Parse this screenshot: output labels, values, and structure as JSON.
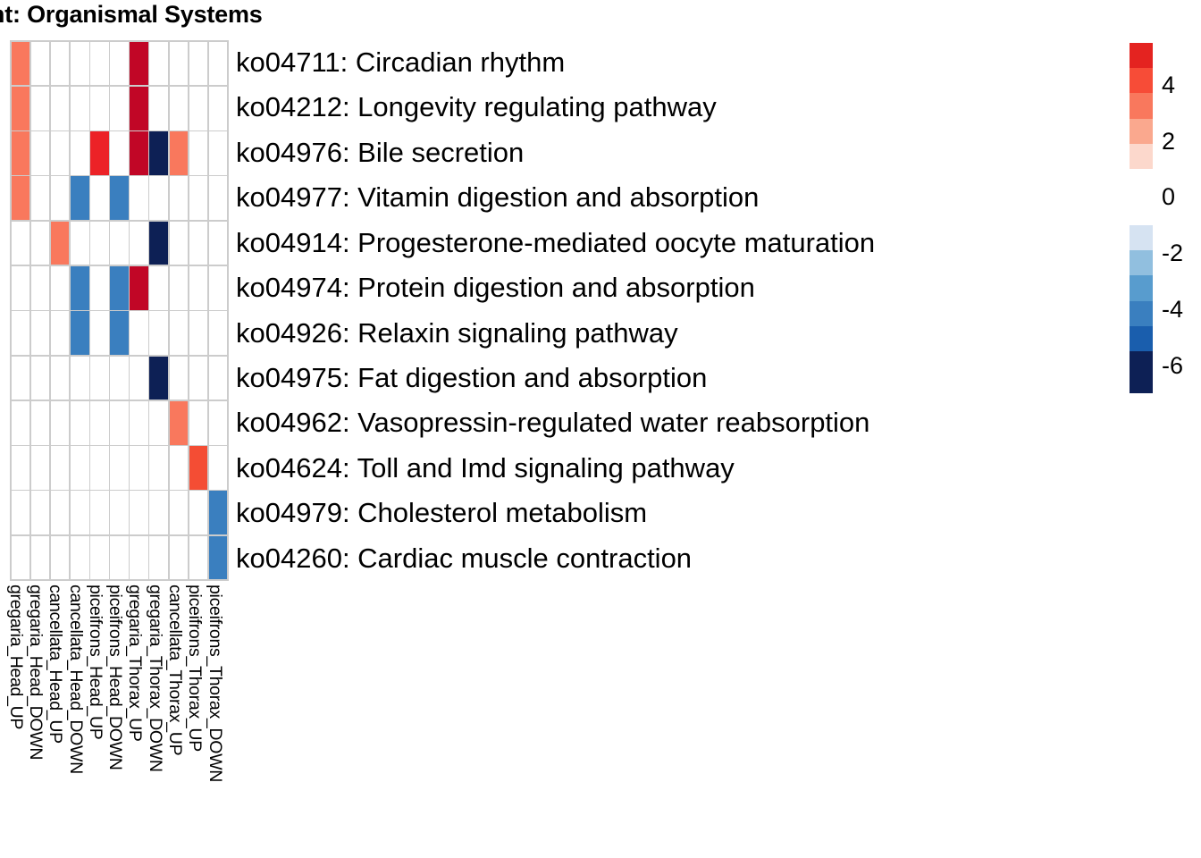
{
  "title": "hment: Organismal Systems",
  "chart_data": {
    "type": "heatmap",
    "title": "hment: Organismal Systems",
    "xlabel": "",
    "ylabel": "",
    "grid": true,
    "legend_position": "right",
    "colorbar": {
      "ticks": [
        "4",
        "2",
        "0",
        "-2",
        "-4",
        "-6"
      ],
      "tick_values": [
        4,
        2,
        0,
        -2,
        -4,
        -6
      ],
      "range": [
        -7,
        5.5
      ],
      "swatches": [
        {
          "color": "#e42320",
          "from": 4.6,
          "to": 5.5
        },
        {
          "color": "#f74c37",
          "from": 3.7,
          "to": 4.6
        },
        {
          "color": "#f9785d",
          "from": 2.8,
          "to": 3.7
        },
        {
          "color": "#faa88e",
          "from": 1.9,
          "to": 2.8
        },
        {
          "color": "#fcd8cc",
          "from": 1.0,
          "to": 1.9
        },
        {
          "color": "#ffffff",
          "from": -1.0,
          "to": 1.0
        },
        {
          "color": "#d6e3f2",
          "from": -1.9,
          "to": -1.0
        },
        {
          "color": "#91bfdf",
          "from": -2.8,
          "to": -1.9
        },
        {
          "color": "#589cce",
          "from": -3.7,
          "to": -2.8
        },
        {
          "color": "#3a7fbf",
          "from": -4.6,
          "to": -3.7
        },
        {
          "color": "#1a5ead",
          "from": -5.5,
          "to": -4.6
        },
        {
          "color": "#0d2055",
          "from": -7.0,
          "to": -5.5
        }
      ]
    },
    "columns": [
      "gregaria_Head_UP",
      "gregaria_Head_DOWN",
      "cancellata_Head_UP",
      "cancellata_Head_DOWN",
      "piceifrons_Head_UP",
      "piceifrons_Head_DOWN",
      "gregaria_Thorax_UP",
      "gregaria_Thorax_DOWN",
      "cancellata_Thorax_UP",
      "piceifrons_Thorax_UP",
      "piceifrons_Thorax_DOWN"
    ],
    "rows": [
      "ko04711: Circadian rhythm",
      "ko04212: Longevity regulating pathway",
      "ko04976: Bile secretion",
      "ko04977: Vitamin digestion and absorption",
      "ko04914: Progesterone-mediated oocyte maturation",
      "ko04974: Protein digestion and absorption",
      "ko04926: Relaxin signaling pathway",
      "ko04975: Fat digestion and absorption",
      "ko04962: Vasopressin-regulated water reabsorption",
      "ko04624: Toll and Imd signaling pathway",
      "ko04979: Cholesterol metabolism",
      "ko04260: Cardiac muscle contraction"
    ],
    "cells": [
      [
        {
          "c": 0,
          "color": "#f9785d",
          "v": 3.2
        },
        {
          "c": 6,
          "color": "#c10626",
          "v": 5.2
        }
      ],
      [
        {
          "c": 0,
          "color": "#f9785d",
          "v": 3.2
        },
        {
          "c": 6,
          "color": "#c10626",
          "v": 5.2
        }
      ],
      [
        {
          "c": 0,
          "color": "#f9785d",
          "v": 3.2
        },
        {
          "c": 4,
          "color": "#ec2227",
          "v": 4.6
        },
        {
          "c": 6,
          "color": "#c10626",
          "v": 5.3
        },
        {
          "c": 7,
          "color": "#0d2055",
          "v": -6.3
        },
        {
          "c": 8,
          "color": "#f9785d",
          "v": 3.1
        }
      ],
      [
        {
          "c": 0,
          "color": "#f9785d",
          "v": 3.1
        },
        {
          "c": 3,
          "color": "#3a7fbf",
          "v": -4.0
        },
        {
          "c": 5,
          "color": "#3a7fbf",
          "v": -4.0
        }
      ],
      [
        {
          "c": 2,
          "color": "#f9785d",
          "v": 3.0
        },
        {
          "c": 7,
          "color": "#0d2055",
          "v": -6.2
        }
      ],
      [
        {
          "c": 3,
          "color": "#3a7fbf",
          "v": -4.0
        },
        {
          "c": 5,
          "color": "#3a7fbf",
          "v": -4.0
        },
        {
          "c": 6,
          "color": "#c10626",
          "v": 5.2
        }
      ],
      [
        {
          "c": 3,
          "color": "#3a7fbf",
          "v": -4.0
        },
        {
          "c": 5,
          "color": "#3a7fbf",
          "v": -4.0
        }
      ],
      [
        {
          "c": 7,
          "color": "#0d2055",
          "v": -6.2
        }
      ],
      [
        {
          "c": 8,
          "color": "#f9785d",
          "v": 3.0
        }
      ],
      [
        {
          "c": 9,
          "color": "#f44d34",
          "v": 3.9
        }
      ],
      [
        {
          "c": 10,
          "color": "#3a7fbf",
          "v": -4.0
        }
      ],
      [
        {
          "c": 10,
          "color": "#3a7fbf",
          "v": -4.0
        }
      ]
    ]
  }
}
